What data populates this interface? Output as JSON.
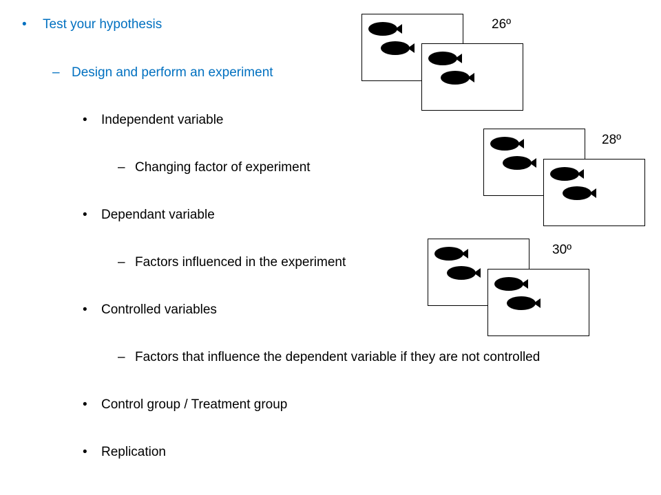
{
  "bullets": {
    "b1": {
      "bullet": "•",
      "text": "Test your hypothesis"
    },
    "b2": {
      "bullet": "–",
      "text": "Design and perform an experiment"
    },
    "b3": {
      "bullet": "•",
      "text": "Independent variable"
    },
    "b4": {
      "bullet": "–",
      "text": "Changing factor of experiment"
    },
    "b5": {
      "bullet": "•",
      "text": "Dependant variable"
    },
    "b6": {
      "bullet": "–",
      "text": "Factors influenced in the experiment"
    },
    "b7": {
      "bullet": "•",
      "text": "Controlled variables"
    },
    "b8": {
      "bullet": "–",
      "text": "Factors that influence the dependent variable if they are not controlled"
    },
    "b9": {
      "bullet": "•",
      "text": "Control group / Treatment group"
    },
    "b10": {
      "bullet": "•",
      "text": "Replication"
    }
  },
  "temperatures": {
    "t1": "26º",
    "t2": "28º",
    "t3": "30º"
  },
  "colors": {
    "heading_blue": "#0070c0",
    "text": "#000000",
    "fish": "#000000",
    "background": "#ffffff"
  },
  "icons": {
    "fish": "fish-icon",
    "tank": "fish-tank"
  }
}
